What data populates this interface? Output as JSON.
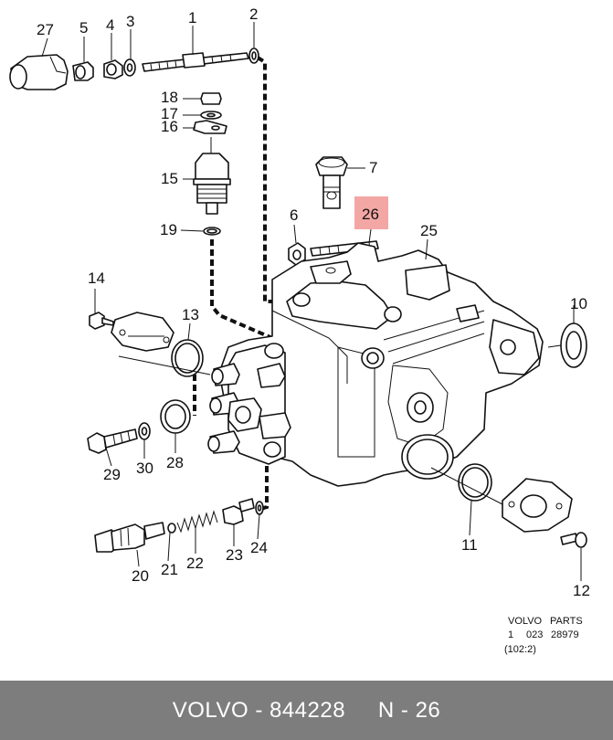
{
  "callouts": {
    "c27": "27",
    "c5": "5",
    "c4": "4",
    "c3": "3",
    "c1": "1",
    "c2": "2",
    "c18": "18",
    "c17": "17",
    "c16": "16",
    "c15": "15",
    "c19": "19",
    "c7": "7",
    "c6": "6",
    "c26": "26",
    "c25": "25",
    "c14": "14",
    "c13": "13",
    "c10": "10",
    "c29": "29",
    "c30": "30",
    "c28": "28",
    "c11": "11",
    "c20": "20",
    "c21": "21",
    "c22": "22",
    "c23": "23",
    "c24": "24",
    "c12": "12"
  },
  "highlight": {
    "color": "#f3a7a4",
    "part": "26"
  },
  "ref_block": {
    "line1_left": "VOLVO",
    "line1_right": "PARTS",
    "line2_a": "1",
    "line2_b": "023",
    "line2_c": "28979",
    "line3": "(102:2)"
  },
  "footer": {
    "text": "VOLVO - 844228     N - 26",
    "bg": "#7d7d7d"
  }
}
